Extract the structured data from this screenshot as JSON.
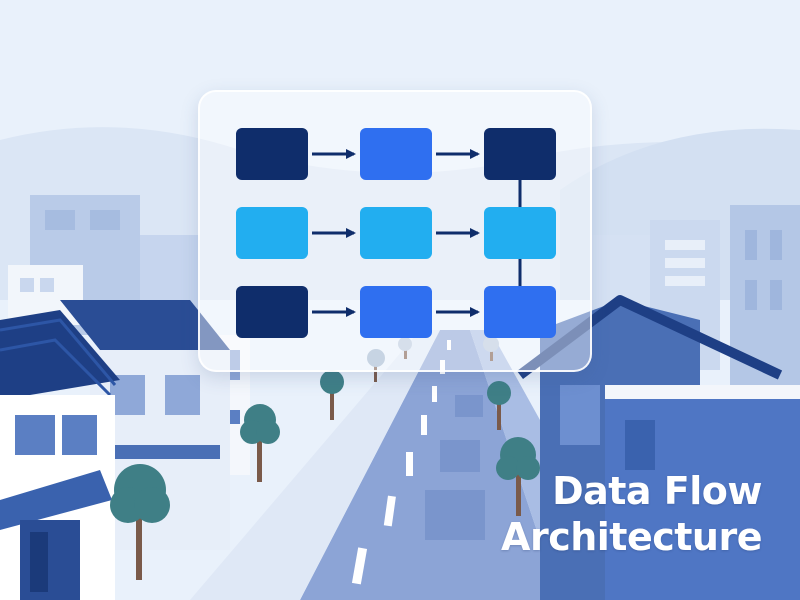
{
  "title": {
    "line1": "Data Flow",
    "line2": "Architecture"
  },
  "diagram": {
    "rows": 3,
    "cols": 3,
    "node_colors": [
      [
        "#0f2d6b",
        "#2f6ff0",
        "#0f2d6b"
      ],
      [
        "#22aef0",
        "#22aef0",
        "#22aef0"
      ],
      [
        "#0f2d6b",
        "#2f6ff0",
        "#2f6ff0"
      ]
    ],
    "arrow_color": "#0f2d6b"
  },
  "colors": {
    "sky": "#e9f1fb",
    "street": "#8ca4d6",
    "building_dark": "#4a6fb5",
    "roof": "#2a4d95",
    "tree_leaf": "#3f7f86",
    "tree_trunk": "#7a5a4a"
  }
}
